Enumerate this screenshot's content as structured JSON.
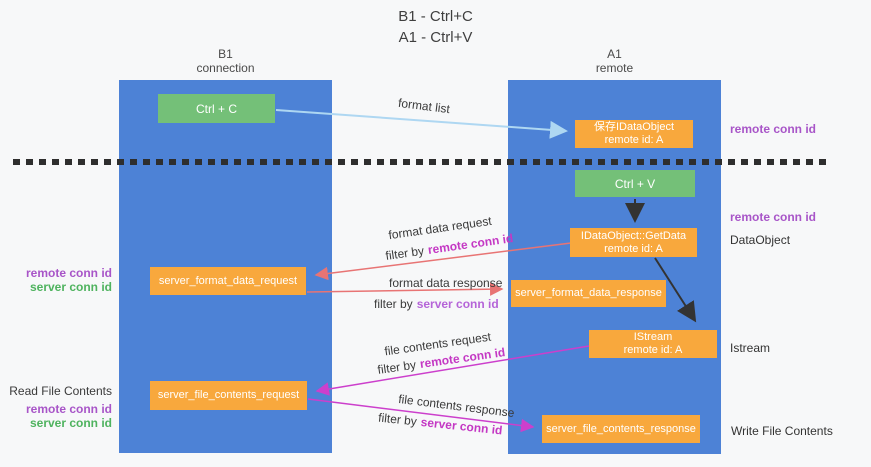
{
  "title": {
    "line1": "B1 - Ctrl+C",
    "line2": "A1 - Ctrl+V"
  },
  "columns": {
    "left": {
      "name": "B1",
      "role": "connection"
    },
    "right": {
      "name": "A1",
      "role": "remote"
    }
  },
  "nodes": {
    "ctrl_c": {
      "label": "Ctrl + C"
    },
    "ctrl_v": {
      "label": "Ctrl + V"
    },
    "save_idataobject": {
      "line1": "保存IDataObject",
      "line2": "remote id: A"
    },
    "idataobject_getdata": {
      "line1": "IDataObject::GetData",
      "line2": "remote id: A"
    },
    "istream": {
      "line1": "IStream",
      "line2": "remote id: A"
    },
    "server_format_data_request": {
      "label": "server_format_data_request"
    },
    "server_format_data_response": {
      "label": "server_format_data_response"
    },
    "server_file_contents_request": {
      "label": "server_file_contents_request"
    },
    "server_file_contents_response": {
      "label": "server_file_contents_response"
    }
  },
  "arrow_labels": {
    "format_list": "format list",
    "format_data_request": "format data request",
    "format_data_response": "format data response",
    "file_contents_request": "file contents request",
    "file_contents_response": "file contents response",
    "filter_by": "filter by",
    "remote_conn_id": "remote conn id",
    "server_conn_id": "server conn id"
  },
  "side_labels": {
    "remote_conn_id": "remote conn id",
    "server_conn_id": "server conn id",
    "dataobject": "DataObject",
    "istream": "Istream",
    "read_file_contents": "Read File Contents",
    "write_file_contents": "Write File Contents"
  },
  "colors": {
    "background": "#f7f8f9",
    "panel_blue": "#4d82d6",
    "box_orange": "#f8a83d",
    "box_green": "#74c078",
    "purple_label": "#a855c8",
    "green_label": "#4fb35f",
    "magenta_label": "#c438c4",
    "violet_label": "#b564d8",
    "arrow_red": "#e87474",
    "arrow_magenta": "#cc3fcc",
    "arrow_lightblue": "#aed7f2",
    "dash_line": "#2e2e2e",
    "text_dark": "#3a3a3a"
  }
}
